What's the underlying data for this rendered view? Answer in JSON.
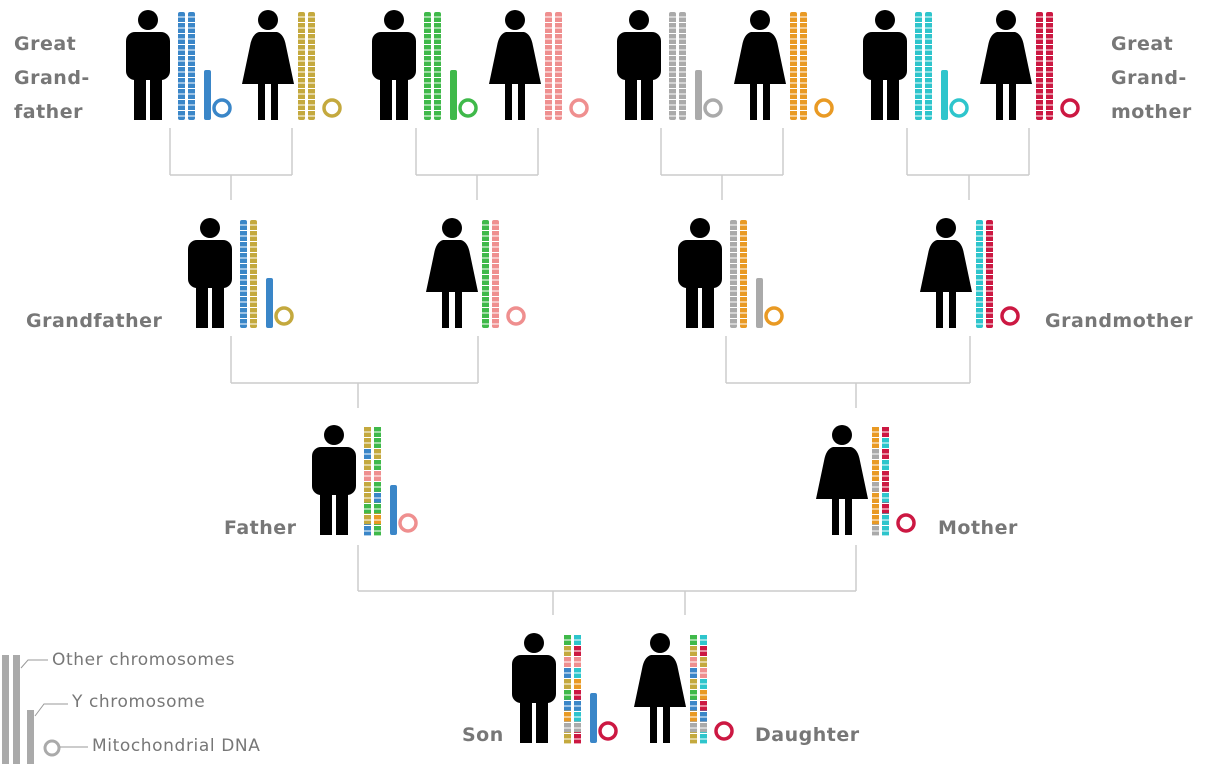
{
  "labels": {
    "great_grandfather": [
      "Great",
      "Grand-",
      "father"
    ],
    "great_grandmother": [
      "Great",
      "Grand-",
      "mother"
    ],
    "grandfather": "Grandfather",
    "grandmother": "Grandmother",
    "father": "Father",
    "mother": "Mother",
    "son": "Son",
    "daughter": "Daughter"
  },
  "legend": {
    "other": "Other chromosomes",
    "y": "Y chromosome",
    "mito": "Mitochondrial DNA"
  },
  "colors": {
    "figure": "#000000",
    "label": "#777777",
    "line": "#cccccc",
    "legend_gray": "#aaaaaa",
    "blue": "#3a86c8",
    "olive": "#c4a93e",
    "green": "#3fb94a",
    "pink": "#ef8f8f",
    "gray": "#aaaaaa",
    "orange": "#e99a24",
    "cyan": "#2ec5cc",
    "crimson": "#cc1842"
  },
  "people": [
    {
      "id": "gg-1",
      "sex": "male",
      "chromosomes": [
        "blue",
        "blue"
      ],
      "y": "blue",
      "mito": "blue"
    },
    {
      "id": "gg-2",
      "sex": "female",
      "chromosomes": [
        "olive",
        "olive"
      ],
      "mito": "olive"
    },
    {
      "id": "gg-3",
      "sex": "male",
      "chromosomes": [
        "green",
        "green"
      ],
      "y": "green",
      "mito": "green"
    },
    {
      "id": "gg-4",
      "sex": "female",
      "chromosomes": [
        "pink",
        "pink"
      ],
      "mito": "pink"
    },
    {
      "id": "gg-5",
      "sex": "male",
      "chromosomes": [
        "gray",
        "gray"
      ],
      "y": "gray",
      "mito": "gray"
    },
    {
      "id": "gg-6",
      "sex": "female",
      "chromosomes": [
        "orange",
        "orange"
      ],
      "mito": "orange"
    },
    {
      "id": "gg-7",
      "sex": "male",
      "chromosomes": [
        "cyan",
        "cyan"
      ],
      "y": "cyan",
      "mito": "cyan"
    },
    {
      "id": "gg-8",
      "sex": "female",
      "chromosomes": [
        "crimson",
        "crimson"
      ],
      "mito": "crimson"
    },
    {
      "id": "grandfather",
      "sex": "male",
      "chromosomes": [
        "blue",
        "olive"
      ],
      "y": "blue",
      "mito": "olive"
    },
    {
      "id": "grandmother-paternal",
      "sex": "female",
      "chromosomes": [
        "green",
        "pink"
      ],
      "mito": "pink"
    },
    {
      "id": "grandfather-maternal",
      "sex": "male",
      "chromosomes": [
        "gray",
        "orange"
      ],
      "y": "gray",
      "mito": "orange"
    },
    {
      "id": "grandmother",
      "sex": "female",
      "chromosomes": [
        "cyan",
        "crimson"
      ],
      "mito": "crimson"
    },
    {
      "id": "father",
      "sex": "male",
      "chromosomes": [
        "mix-olive-blue-pink",
        "mix-green-pink-blue"
      ],
      "y": "blue",
      "mito": "pink"
    },
    {
      "id": "mother",
      "sex": "female",
      "chromosomes": [
        "mix-orange-gray",
        "mix-crimson-cyan"
      ],
      "mito": "crimson"
    },
    {
      "id": "son",
      "sex": "male",
      "chromosomes": [
        "mix-all-a",
        "mix-all-b"
      ],
      "y": "blue",
      "mito": "crimson"
    },
    {
      "id": "daughter",
      "sex": "female",
      "chromosomes": [
        "mix-all-a",
        "mix-all-c"
      ],
      "mito": "crimson"
    }
  ]
}
